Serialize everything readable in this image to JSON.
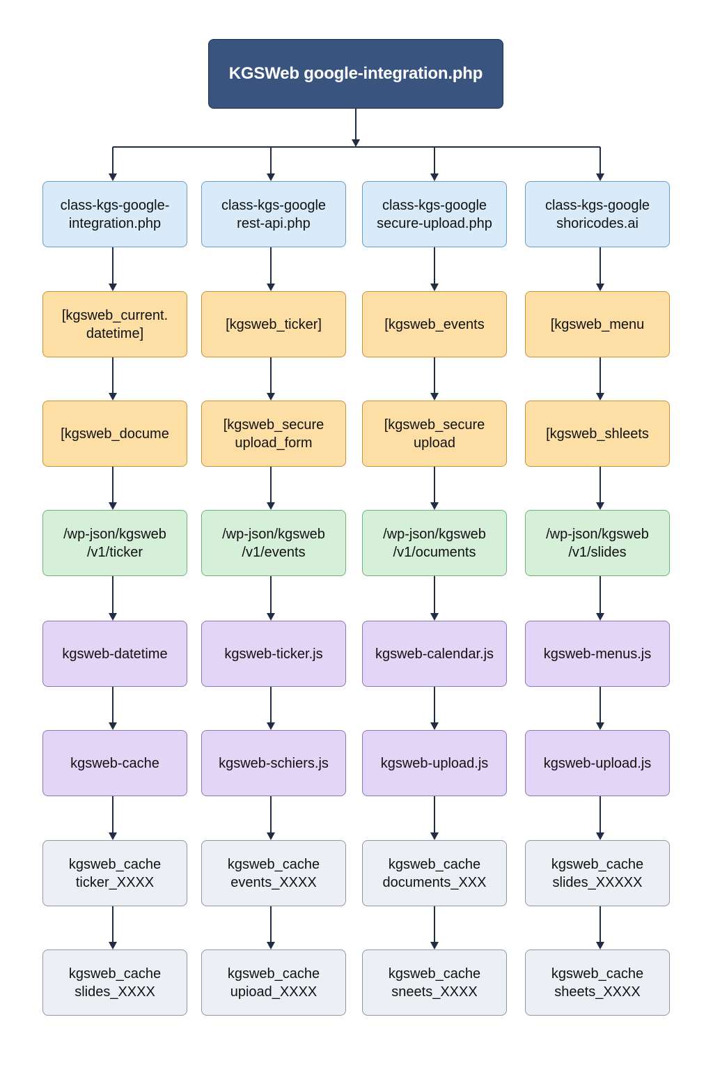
{
  "title": "KGSWeb google-integration.php",
  "columns": [
    {
      "class_file": "class-kgs-google-\nintegration.php",
      "shortcodes": [
        "[kgsweb_current.\ndatetime]",
        "[kgsweb_docume"
      ],
      "endpoint": "/wp-json/kgsweb\n/v1/ticker",
      "scripts": [
        "kgsweb-datetime",
        "kgsweb-cache"
      ],
      "caches": [
        "kgsweb_cache\nticker_XXXX",
        "kgsweb_cache\nslides_XXXX"
      ]
    },
    {
      "class_file": "class-kgs-google\nrest-api.php",
      "shortcodes": [
        "[kgsweb_ticker]",
        "[kgsweb_secure\nupload_form"
      ],
      "endpoint": "/wp-json/kgsweb\n/v1/events",
      "scripts": [
        "kgsweb-ticker.js",
        "kgsweb-schiers.js"
      ],
      "caches": [
        "kgsweb_cache\nevents_XXXX",
        "kgsweb_cache\nupioad_XXXX"
      ]
    },
    {
      "class_file": "class-kgs-google\nsecure-upload.php",
      "shortcodes": [
        "[kgsweb_events",
        "[kgsweb_secure\nupload"
      ],
      "endpoint": "/wp-json/kgsweb\n/v1/ocuments",
      "scripts": [
        "kgsweb-calendar.js",
        "kgsweb-upload.js"
      ],
      "caches": [
        "kgsweb_cache\ndocuments_XXX",
        "kgsweb_cache\nsneets_XXXX"
      ]
    },
    {
      "class_file": "class-kgs-google\nshoricodes.ai",
      "shortcodes": [
        "[kgsweb_menu",
        "[kgsweb_shleets"
      ],
      "endpoint": "/wp-json/kgsweb\n/v1/slides",
      "scripts": [
        "kgsweb-menus.js",
        "kgsweb-upload.js"
      ],
      "caches": [
        "kgsweb_cache\nslides_XXXXX",
        "kgsweb_cache\nsheets_XXXX"
      ]
    }
  ],
  "colors": {
    "root_fill": "#3a5480",
    "class_file_fill": "#d9ebf8",
    "shortcode_fill": "#fddfa6",
    "endpoint_fill": "#d5efd8",
    "script_fill": "#e3d5f5",
    "cache_fill": "#eceff4",
    "connector": "#1f2d45"
  }
}
